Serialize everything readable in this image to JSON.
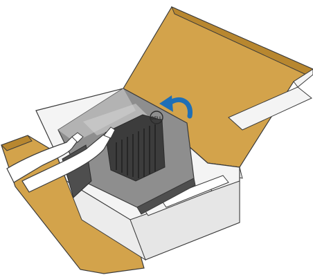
{
  "figure": {
    "kind": "illustration",
    "subject": "monitor-packaging-unboxing",
    "logo_text": "DELL",
    "colors": {
      "cardboard": "#D3A34B",
      "cardboard_edge": "#B8872F",
      "box_white": "#F4F4F4",
      "box_shadow": "#CFCFCF",
      "monitor_gray": "#8E8E8E",
      "monitor_dark": "#4E4E4E",
      "stand_dark": "#3C3C3C",
      "arrow_blue": "#1F6FB6",
      "outline": "#3A3A3A"
    }
  }
}
